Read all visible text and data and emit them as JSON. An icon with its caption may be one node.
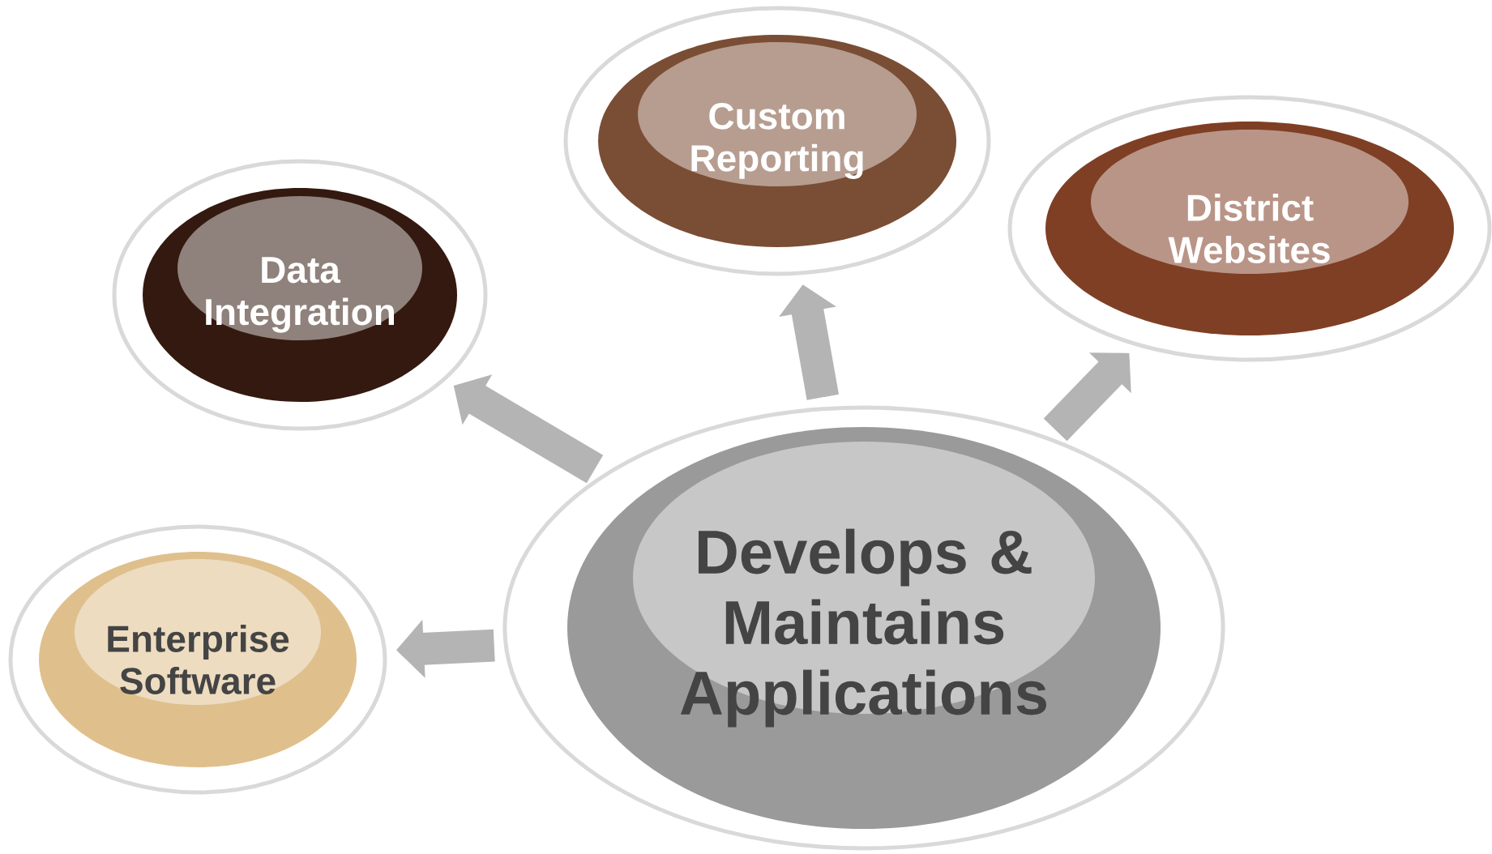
{
  "diagram": {
    "nodes": [
      {
        "text": [
          "Custom Reporting"
        ]
      },
      {
        "text": [
          "District Websites"
        ]
      },
      {
        "text": [
          "Data Integration"
        ]
      },
      {
        "text": [
          "Develops & Maintains Applications"
        ]
      },
      {
        "text": [
          "Enterprise Software"
        ]
      }
    ],
    "edges": [
      {
        "from": 3,
        "to": 0,
        "arrow": "to"
      },
      {
        "from": 3,
        "to": 1,
        "arrow": "to"
      },
      {
        "from": 3,
        "to": 2,
        "arrow": "to"
      },
      {
        "from": 3,
        "to": 4,
        "arrow": "to"
      }
    ]
  }
}
